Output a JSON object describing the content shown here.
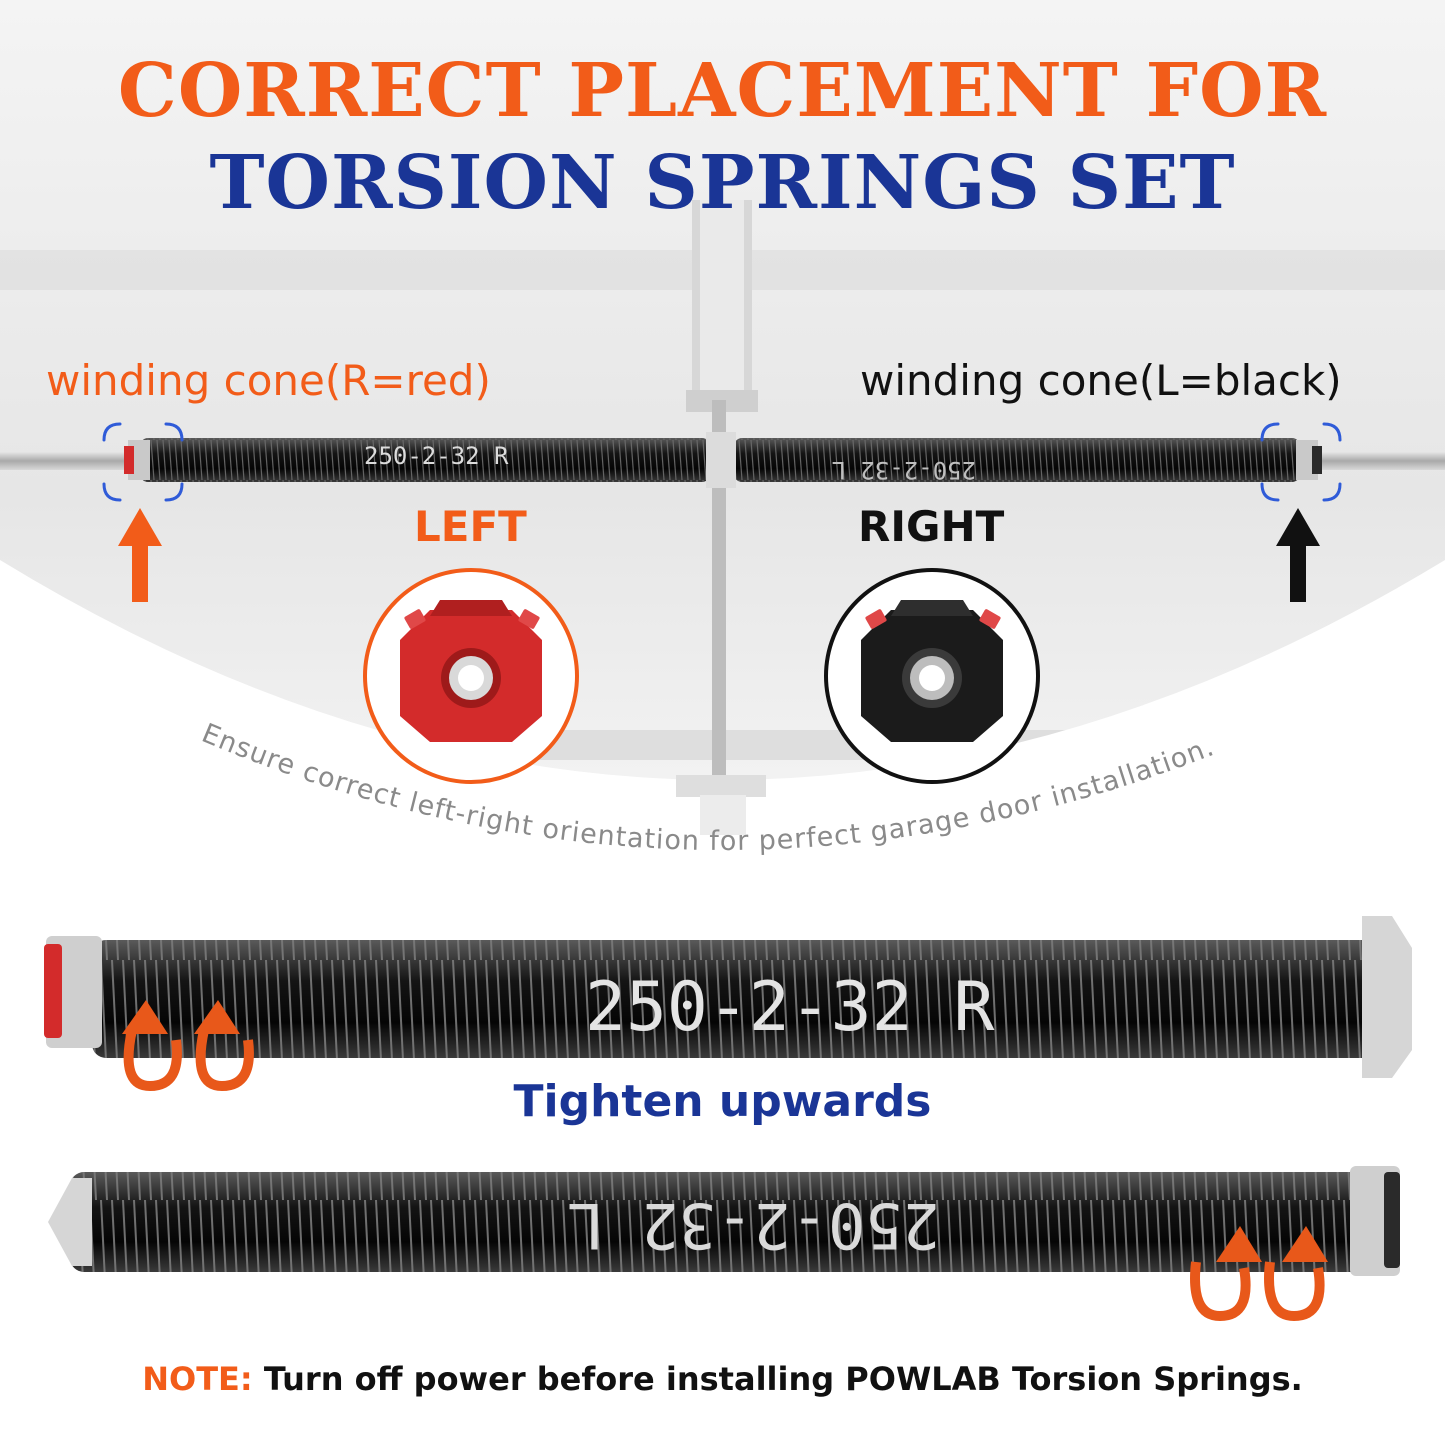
{
  "title": {
    "line1": "CORRECT PLACEMENT FOR",
    "line2": "TORSION SPRINGS SET"
  },
  "callouts": {
    "left": "winding cone(R=red)",
    "right": "winding cone(L=black)"
  },
  "sides": {
    "left": "LEFT",
    "right": "RIGHT"
  },
  "spring_codes": {
    "top": "250-2-32 R",
    "bottom": "250-2-32 L"
  },
  "orientation_text": "Ensure correct left-right orientation for perfect garage door installation.",
  "tighten_label": "Tighten upwards",
  "note": {
    "lead": "NOTE:",
    "text": " Turn off power before installing POWLAB Torsion Springs."
  },
  "colors": {
    "accent_orange": "#f25c19",
    "accent_blue": "#1a3596",
    "cone_red": "#d32b2b",
    "cone_black": "#1b1b1b"
  },
  "icons": {
    "left_arrow": "arrow-up-icon",
    "right_arrow": "arrow-up-icon",
    "rotation": "rotate-up-icon"
  }
}
